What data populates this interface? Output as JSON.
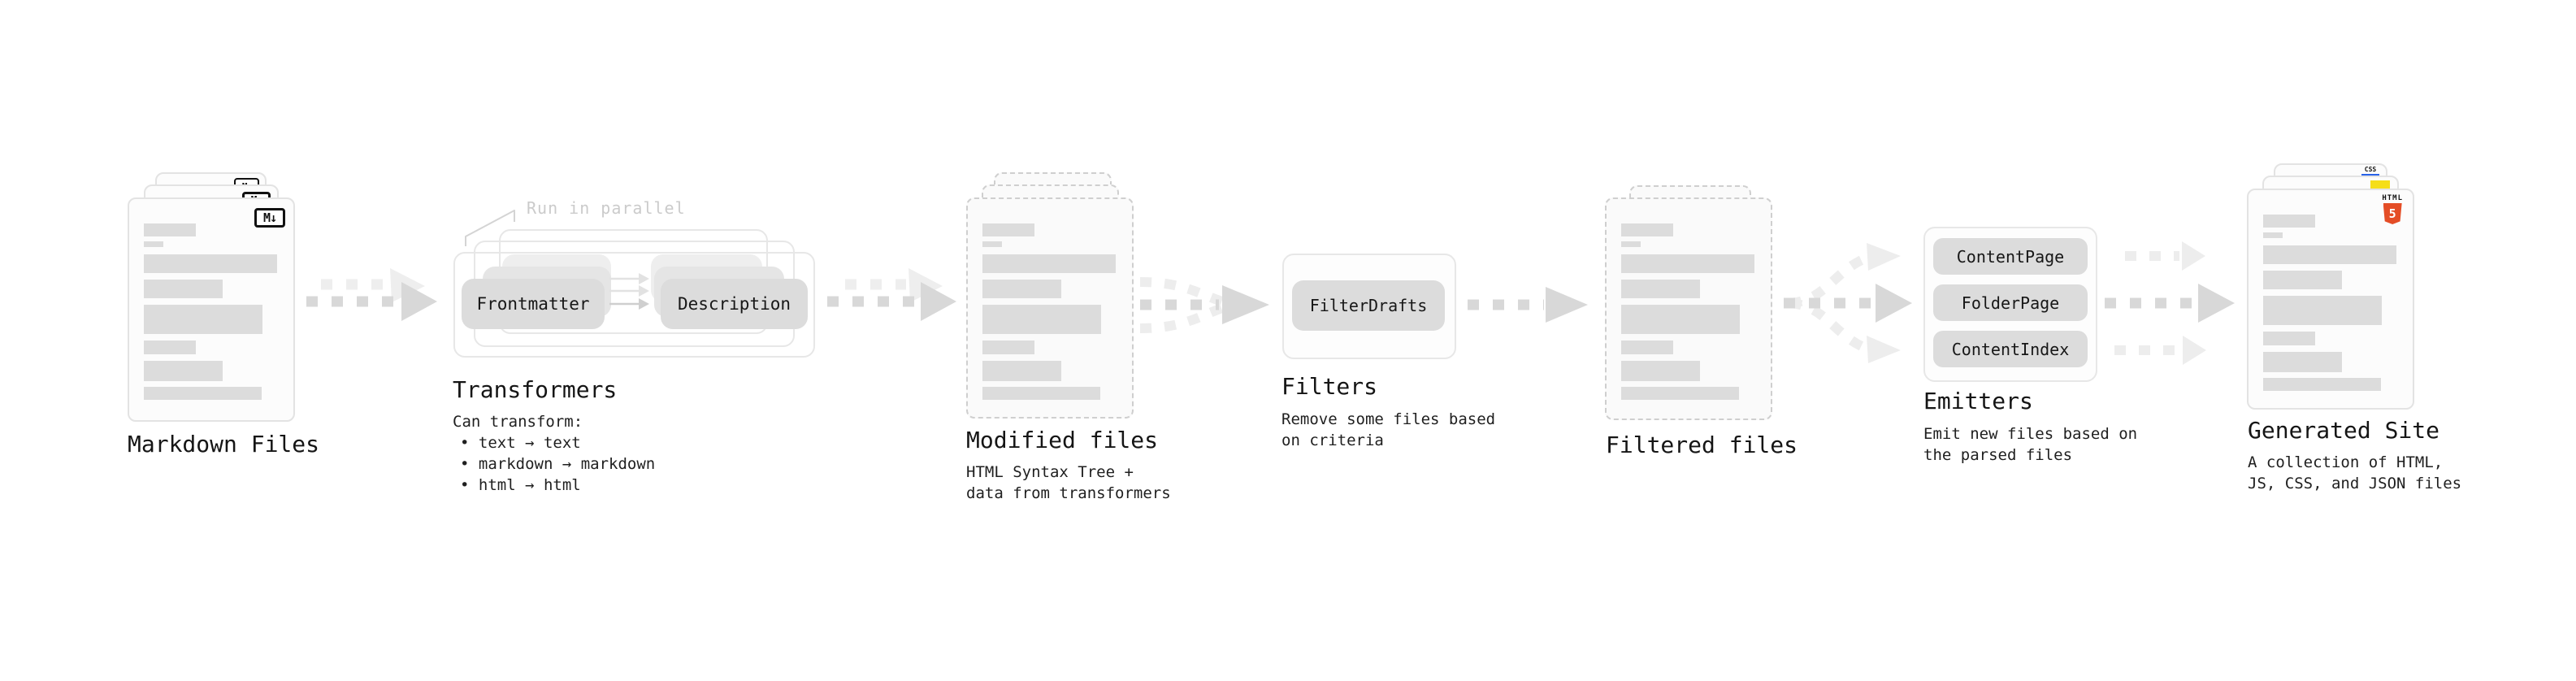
{
  "nodes": {
    "markdown_files": {
      "label": "Markdown Files"
    },
    "transformers": {
      "label": "Transformers",
      "annotation": "Run in parallel",
      "pill_frontmatter": "Frontmatter",
      "pill_description": "Description",
      "desc_title": "Can transform:",
      "bullets": [
        "• text → text",
        "• markdown → markdown",
        "• html → html"
      ]
    },
    "modified_files": {
      "label": "Modified files",
      "desc_lines": [
        "HTML Syntax Tree +",
        "data from transformers"
      ]
    },
    "filters": {
      "label": "Filters",
      "pill": "FilterDrafts",
      "desc_lines": [
        "Remove some files based",
        "on criteria"
      ]
    },
    "filtered_files": {
      "label": "Filtered files"
    },
    "emitters": {
      "label": "Emitters",
      "pills": [
        "ContentPage",
        "FolderPage",
        "ContentIndex"
      ],
      "desc_lines": [
        "Emit new files based on",
        "the parsed files"
      ]
    },
    "generated_site": {
      "label": "Generated Site",
      "desc_lines": [
        "A collection of HTML,",
        "JS, CSS, and JSON files"
      ]
    }
  },
  "icons": {
    "markdown_logo": "M↓",
    "html5_logo_text": "HTML",
    "html5_logo_number": "5",
    "css_logo_text": "CSS"
  },
  "colors": {
    "html5_orange": "#e44d26",
    "js_yellow": "#f5de19",
    "css_blue": "#2862e9",
    "card_border": "#e3e3e3",
    "dashed_border": "#cfcfcf",
    "skeleton_bar": "#dcdcdc",
    "arrow_dark": "#d8d8d8",
    "arrow_light": "#eeeeee",
    "annotation_gray": "#cbcbcb"
  }
}
